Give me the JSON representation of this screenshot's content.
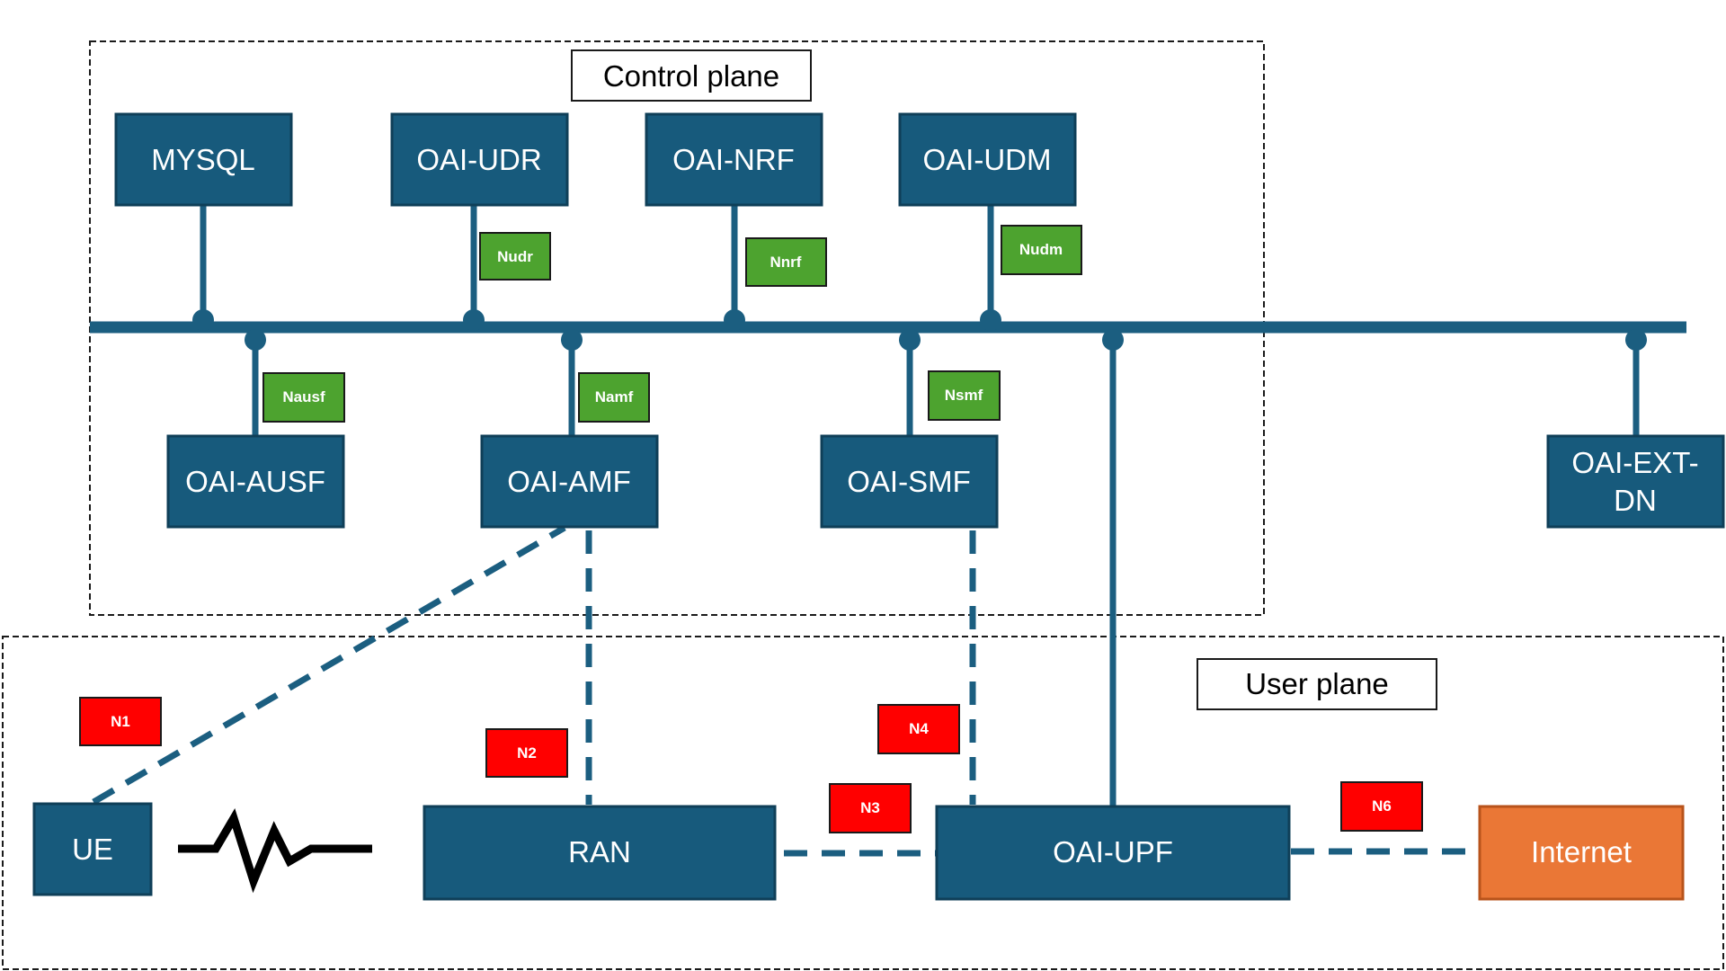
{
  "colors": {
    "nf_fill": "#175a7c",
    "nf_border": "#0f3f58",
    "bus": "#1b5e80",
    "label_green": "#4da32f",
    "label_red": "#ff0000",
    "internet": "#ea7736",
    "zigzag": "#000000"
  },
  "planes": {
    "control": "Control plane",
    "user": "User plane"
  },
  "nodes": {
    "mysql": "MYSQL",
    "udr": "OAI-UDR",
    "nrf": "OAI-NRF",
    "udm": "OAI-UDM",
    "ausf": "OAI-AUSF",
    "amf": "OAI-AMF",
    "smf": "OAI-SMF",
    "ext_dn_line1": "OAI-EXT-",
    "ext_dn_line2": "DN",
    "ue": "UE",
    "ran": "RAN",
    "upf": "OAI-UPF",
    "internet": "Internet"
  },
  "service_interfaces": {
    "nudr": "Nudr",
    "nnrf": "Nnrf",
    "nudm": "Nudm",
    "nausf": "Nausf",
    "namf": "Namf",
    "nsmf": "Nsmf"
  },
  "reference_points": {
    "n1": "N1",
    "n2": "N2",
    "n3": "N3",
    "n4": "N4",
    "n6": "N6"
  }
}
